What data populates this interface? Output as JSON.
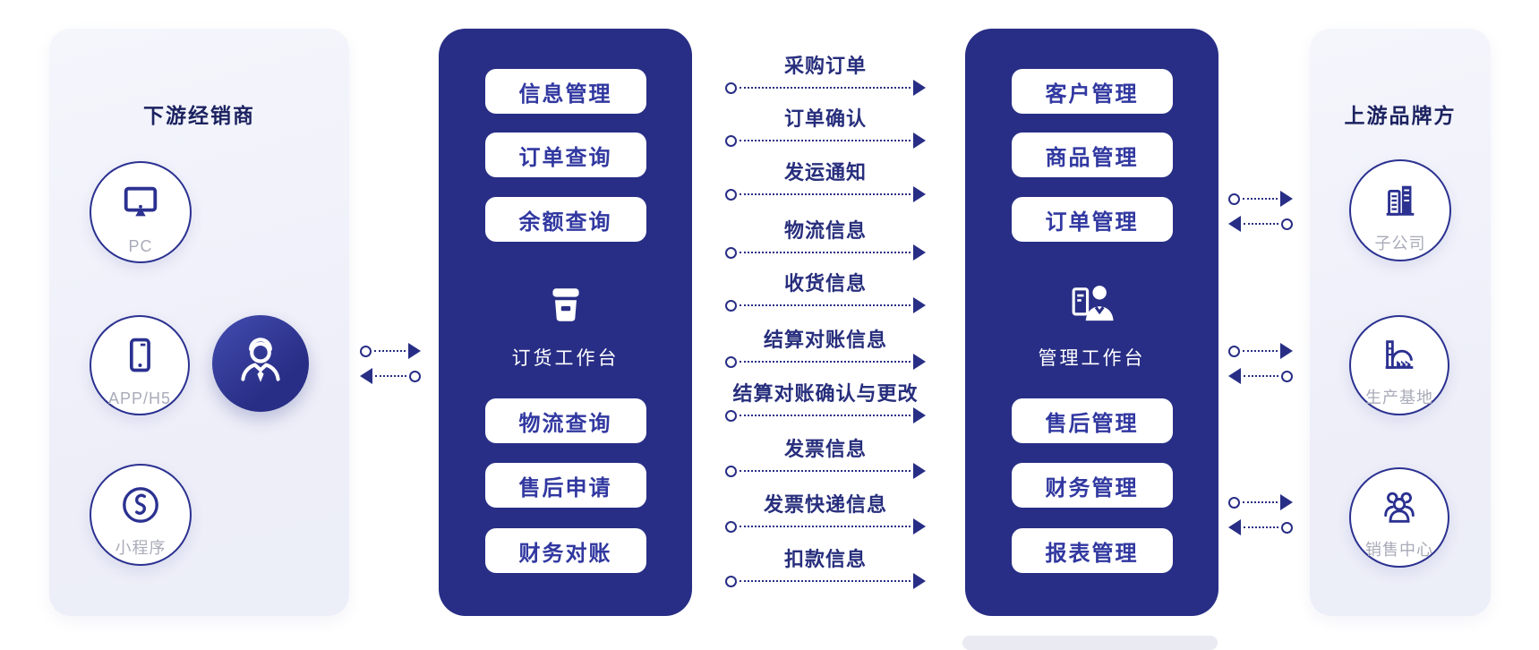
{
  "colors": {
    "panel_dark": "#282e85",
    "panel_light": "#edeef8",
    "accent_indigo": "#2b3190",
    "chip_text": "#3138a0",
    "title_text": "#1c2260",
    "flow_text": "#272e7c",
    "muted_label": "#a9abb8",
    "white": "#ffffff"
  },
  "downstream_panel": {
    "title": "下游经销商",
    "items": [
      {
        "label": "PC",
        "icon": "monitor-icon"
      },
      {
        "label": "APP/H5",
        "icon": "smartphone-icon"
      },
      {
        "label": "小程序",
        "icon": "miniprogram-icon"
      }
    ],
    "avatar_icon": "businessman-icon"
  },
  "ordering_panel": {
    "title": "订货工作台",
    "icon": "package-icon",
    "buttons_top": [
      "信息管理",
      "订单查询",
      "余额查询"
    ],
    "buttons_bottom": [
      "物流查询",
      "售后申请",
      "财务对账"
    ]
  },
  "flows": [
    "采购订单",
    "订单确认",
    "发运通知",
    "物流信息",
    "收货信息",
    "结算对账信息",
    "结算对账确认与更改",
    "发票信息",
    "发票快递信息",
    "扣款信息"
  ],
  "management_panel": {
    "title": "管理工作台",
    "icon": "manager-icon",
    "buttons_top": [
      "客户管理",
      "商品管理",
      "订单管理"
    ],
    "buttons_bottom": [
      "售后管理",
      "财务管理",
      "报表管理"
    ]
  },
  "upstream_panel": {
    "title": "上游品牌方",
    "items": [
      {
        "label": "子公司",
        "icon": "building-icon"
      },
      {
        "label": "生产基地",
        "icon": "factory-icon"
      },
      {
        "label": "销售中心",
        "icon": "team-icon"
      }
    ]
  },
  "connectors": {
    "left_pair": "bidirectional",
    "middle_flows_direction": "right",
    "right_pairs": 3
  }
}
